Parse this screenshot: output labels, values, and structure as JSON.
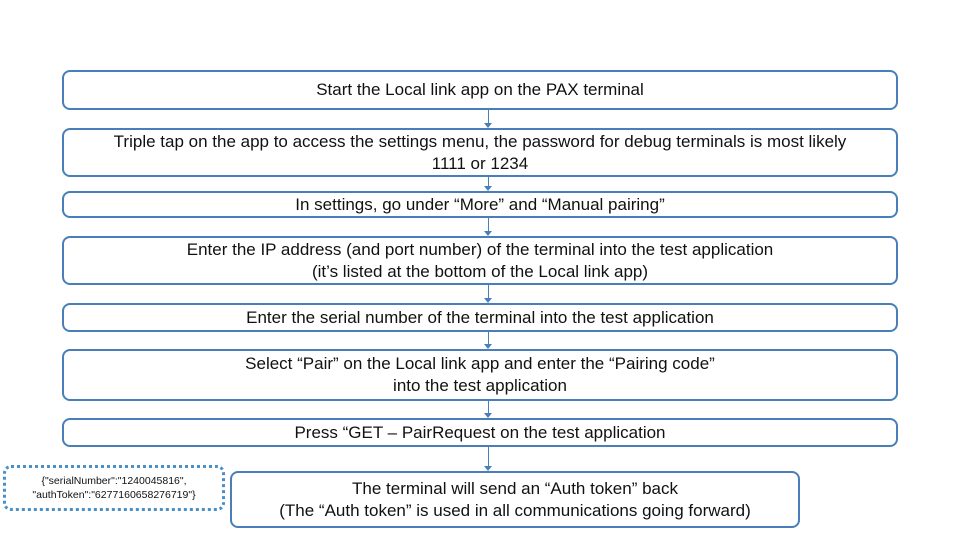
{
  "steps": [
    {
      "lines": [
        "Start the Local link app on the PAX terminal"
      ]
    },
    {
      "lines": [
        "Triple tap on the app to access the settings menu, the password for debug terminals is most likely",
        "1111 or 1234"
      ]
    },
    {
      "lines": [
        "In settings, go under “More” and “Manual pairing”"
      ]
    },
    {
      "lines": [
        "Enter the IP address (and port number) of the terminal into the test application",
        "(it’s listed at the bottom of the Local link app)"
      ]
    },
    {
      "lines": [
        "Enter the serial number of the terminal into the test application"
      ]
    },
    {
      "lines": [
        "Select “Pair” on the Local link app and enter the “Pairing code”",
        "into the test application"
      ]
    },
    {
      "lines": [
        "Press “GET – PairRequest on the test application"
      ]
    },
    {
      "lines": [
        "The terminal will send an “Auth token” back",
        "(The “Auth token” is used in all communications going forward)"
      ]
    }
  ],
  "note": {
    "lines": [
      "{\"serialNumber\":\"1240045816\",",
      "\"authToken\":\"6277160658276719\"}"
    ]
  },
  "colors": {
    "box_border": "#4a7ebb",
    "arrow": "#4a7ebb",
    "note_border": "#4a90c8"
  }
}
